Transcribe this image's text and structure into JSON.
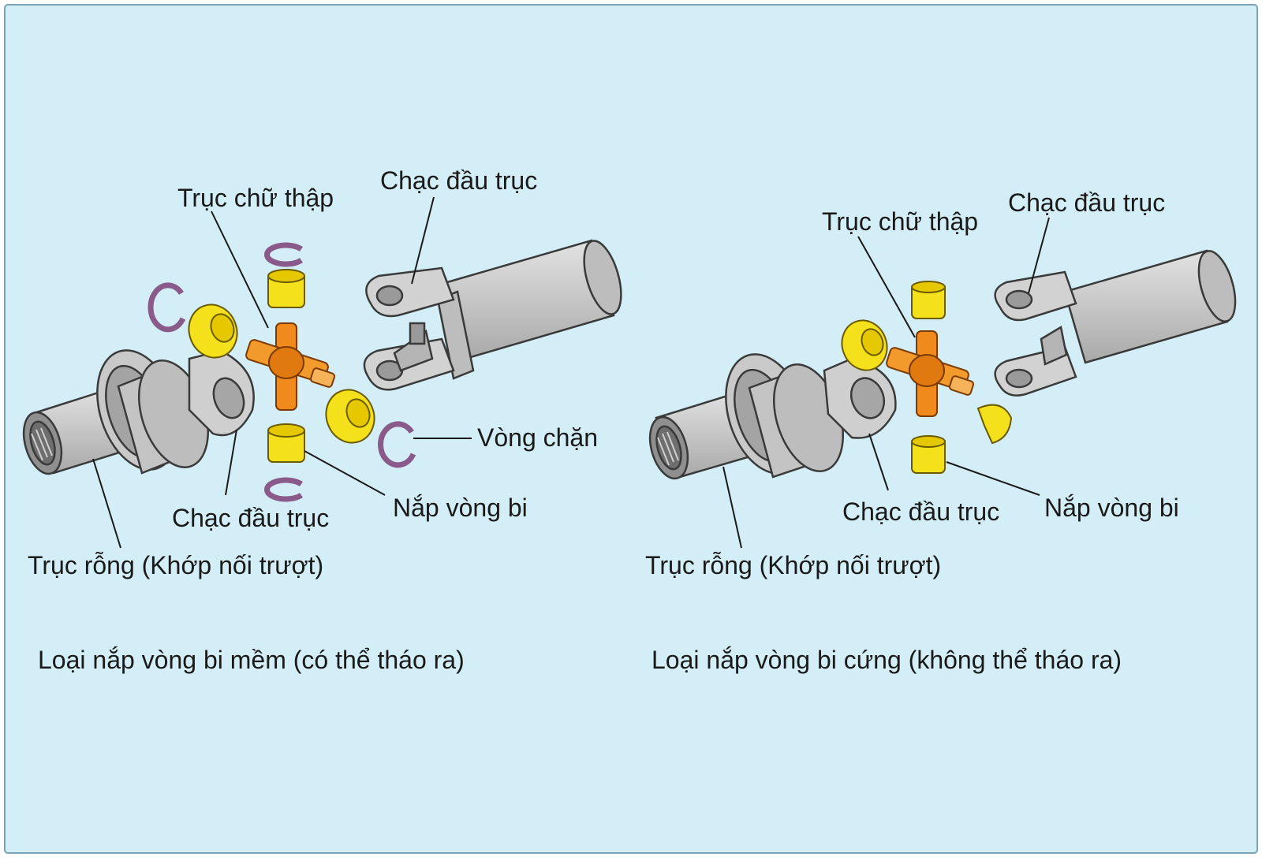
{
  "colors": {
    "background": "#d3eef7",
    "frame": "#7aa3b8",
    "shaft": "#c9c9c9",
    "shaft_stroke": "#3a3a3a",
    "cross": "#f08a1c",
    "bearing_cap": "#f5e01c",
    "snap_ring": "#c99bc9"
  },
  "left": {
    "labels": {
      "cross": "Trục chữ thập",
      "yoke_top": "Chạc đầu trục",
      "snap_ring": "Vòng chặn",
      "bearing_cap": "Nắp vòng bi",
      "yoke_bottom": "Chạc đầu trục",
      "hollow_shaft": "Trục rỗng (Khớp nối trượt)"
    },
    "caption": "Loại nắp vòng bi mềm (có thể tháo ra)"
  },
  "right": {
    "labels": {
      "cross": "Trục chữ thập",
      "yoke_top": "Chạc đầu trục",
      "bearing_cap": "Nắp vòng bi",
      "yoke_bottom": "Chạc đầu trục",
      "hollow_shaft": "Trục rỗng (Khớp nối trượt)"
    },
    "caption": "Loại nắp vòng bi cứng (không thể tháo ra)"
  }
}
